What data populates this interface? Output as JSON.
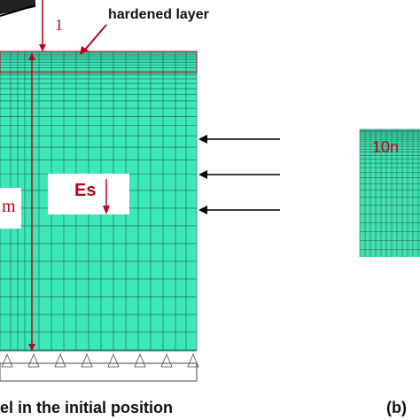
{
  "annotations": {
    "hardened_layer": "hardened layer",
    "dimension_top": "1",
    "dimension_side": "m",
    "surface_label": "Es",
    "right_panel_label": "10n"
  },
  "captions": {
    "left": "el in the initial position",
    "right": "(b)"
  },
  "colors": {
    "mesh_fill": "#3de8b8",
    "mesh_line": "#1a5a4a",
    "dimension": "#c0001a",
    "arrow": "#000000",
    "right_mesh": "#43e0b0"
  }
}
